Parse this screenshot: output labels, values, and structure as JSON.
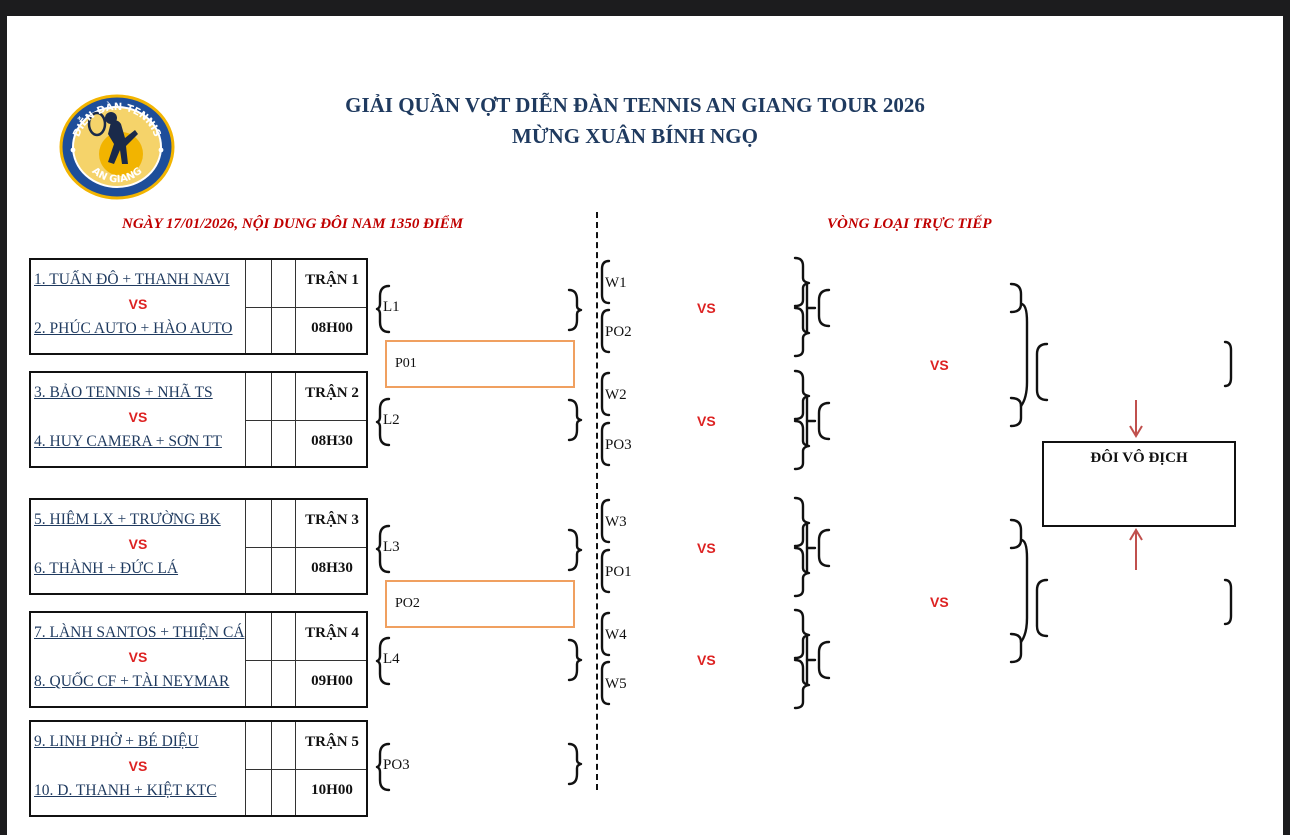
{
  "header": {
    "title_line1": "GIẢI QUẦN VỢT DIỄN ĐÀN TENNIS AN GIANG TOUR 2026",
    "title_line2": "MỪNG XUÂN BÍNH NGỌ"
  },
  "logo": {
    "text_top": "DIỄN ĐÀN TENNIS",
    "text_bottom": "AN GIANG"
  },
  "left_heading": "NGÀY 17/01/2026, NỘI DUNG ĐÔI NAM 1350 ĐIỂM",
  "right_heading": "VÒNG LOẠI TRỰC TIẾP",
  "matches": [
    {
      "p1": "1. TUẤN ĐÔ + THANH NAVI",
      "vs": "VS",
      "p2": "2. PHÚC AUTO + HÀO AUTO",
      "no": "TRẬN 1",
      "time": "08H00",
      "loser": "L1"
    },
    {
      "p1": "3. BẢO TENNIS + NHÃ TS",
      "vs": "VS",
      "p2": "4. HUY CAMERA + SƠN TT",
      "no": "TRẬN 2",
      "time": "08H30",
      "loser": "L2"
    },
    {
      "p1": "5. HIÊM LX + TRƯỜNG BK",
      "vs": "VS",
      "p2": "6. THÀNH + ĐỨC LÁ",
      "no": "TRẬN 3",
      "time": "08H30",
      "loser": "L3"
    },
    {
      "p1": "7. LÀNH SANTOS + THIỆN CÁ",
      "vs": "VS",
      "p2": "8. QUỐC CF + TÀI NEYMAR",
      "no": "TRẬN 4",
      "time": "09H00",
      "loser": "L4"
    },
    {
      "p1": "9. LINH PHỞ + BÉ DIỆU",
      "vs": "VS",
      "p2": "10. D. THANH + KIỆT KTC",
      "no": "TRẬN 5",
      "time": "10H00",
      "loser": "PO3"
    }
  ],
  "playoff_boxes": [
    "P01",
    "PO2"
  ],
  "knockout_labels": [
    "W1",
    "PO2",
    "W2",
    "PO3",
    "W3",
    "PO1",
    "W4",
    "W5"
  ],
  "vs_label": "VS",
  "champion_label": "ĐÔI VÔ ĐỊCH",
  "colors": {
    "title": "#1f3a5f",
    "accent_red": "#c00000",
    "vs_red": "#dd2222",
    "playoff_border": "#f0a060",
    "arrow": "#c0504d"
  }
}
